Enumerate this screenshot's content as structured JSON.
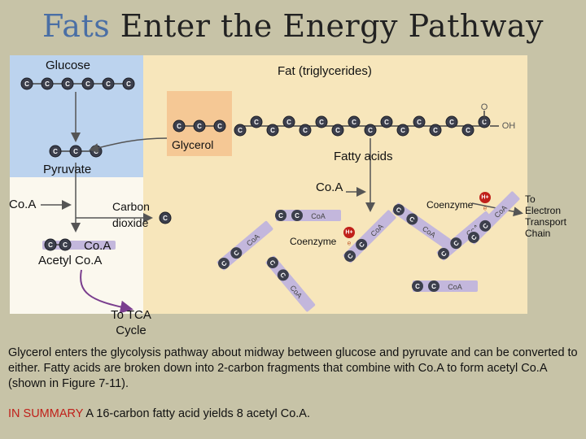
{
  "title": {
    "accent": "Fats",
    "rest": " Enter the Energy Pathway"
  },
  "diagram": {
    "glucose": "Glucose",
    "fat": "Fat (triglycerides)",
    "glycerol": "Glycerol",
    "fatty_acids": "Fatty acids",
    "pyruvate": "Pyruvate",
    "coa_top": "Co.A",
    "coa_left": "Co.A",
    "carbon": "Carbon",
    "dioxide": "dioxide",
    "coa_acetyl": "Co.A",
    "acetyl_coa": "Acetyl Co.A",
    "coenzyme_1": "Coenzyme",
    "coenzyme_2": "Coenzyme",
    "h_plus": "H+",
    "e_minus": "e",
    "to_etc": [
      "To",
      "Electron",
      "Transport",
      "Chain"
    ],
    "to_tca": [
      "To TCA",
      "Cycle"
    ],
    "carbon_symbol": "C",
    "oxygen_symbol": "O",
    "oh_symbol": "OH",
    "coa_tag": "CoA"
  },
  "paragraph": "Glycerol enters the glycolysis pathway about midway between glucose and pyruvate and can be converted to either. Fatty acids are broken down into 2-carbon fragments that combine with Co.A to form acetyl Co.A (shown in Figure 7-11).",
  "summary": {
    "lead": "IN SUMMARY",
    "text": " A 16-carbon fatty acid yields 8 acetyl Co.A."
  },
  "colors": {
    "accent": "#4a6fa5",
    "panel_blue": "#bcd3ee",
    "panel_yellow": "#f7e6bb",
    "glycerol_box": "#f5c895",
    "carbon": "#3c3f4c",
    "coa_band": "#c3b7dc",
    "arrow_purple": "#7a3e8e",
    "summary_red": "#c0201a"
  }
}
